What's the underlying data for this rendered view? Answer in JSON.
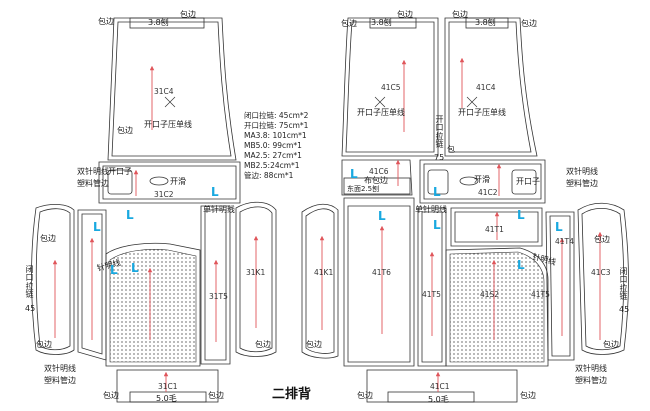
{
  "labels": {
    "baobian": "包边",
    "bao": "包",
    "bian": "边",
    "bian2": "边",
    "top_band": "3.8刨",
    "bottom_band": "5.0毛",
    "bottom_band_right": "5.0毛",
    "kaikou_zi_yadanxian": "开口子压单线",
    "kaihua": "开滑",
    "kaikouzi": "开口子",
    "shuangzhen_1": "双针明线",
    "suliao_guanbian_1": "塑料管边",
    "shuangzhen_2": "双针明线",
    "suliao_guanbian_2": "塑料管边",
    "danzhen_mingxian": "单针明线",
    "danzhen_mingxian_r": "单针明线",
    "zhen_mingxian_rot": "针明线",
    "zhen_mingxian_rot_r": "针明线",
    "bao_top_r": "包",
    "buxuan": "布包边",
    "buxuan_bian": "东面2.5刨",
    "title": "二排背",
    "L": "L",
    "bikou_lalian_v": "闭口拉链",
    "bikou_num": "45",
    "kaikou_v": "开口拉链",
    "kaikou_num": "75"
  },
  "pieces_left": {
    "c4": "31C4",
    "c2": "31C2",
    "t5": "31T5",
    "k1": "31K1",
    "c1": "31C1"
  },
  "pieces_right": {
    "c5": "41C5",
    "c4": "41C4",
    "c6": "41C6",
    "c2": "41C2",
    "k1": "41K1",
    "t6": "41T6",
    "t5": "41T5",
    "s2": "41S2",
    "t1": "41T1",
    "t4": "41T4",
    "t5b": "41T5",
    "c3": "41C3",
    "c1": "41C1"
  },
  "specs": [
    "闭口拉链: 45cm*2",
    "开口拉链: 75cm*1",
    "MA3.8: 101cm*1",
    "MB5.0: 99cm*1",
    "MA2.5: 27cm*1",
    "MB2.5:24cm*1",
    "管边: 88cm*1"
  ]
}
